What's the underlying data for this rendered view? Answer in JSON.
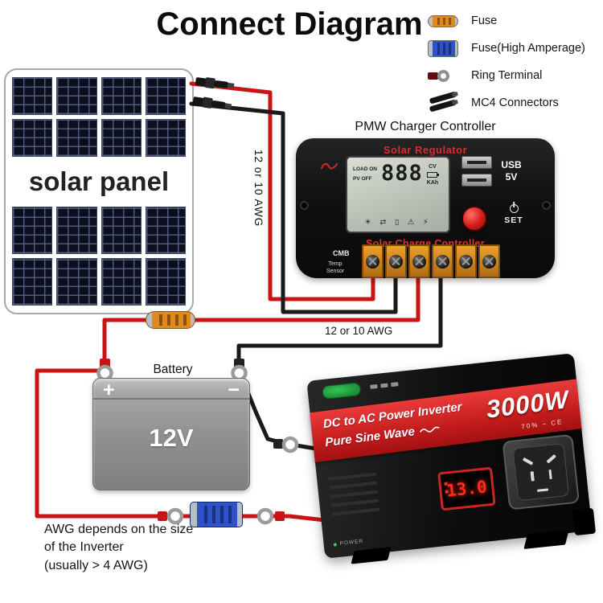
{
  "title": "Connect Diagram",
  "colors": {
    "wire_red": "#c81414",
    "wire_black": "#1a1a1a",
    "fuse_orange": "#e2891e",
    "fuse_blue": "#2f52c8",
    "accent_red": "#e23232",
    "terminal_orange": "#d08020",
    "inverter_band": "#c01818"
  },
  "legend": [
    {
      "icon": "fuse-icon",
      "label": "Fuse"
    },
    {
      "icon": "fuse-high-amperage-icon",
      "label": "Fuse(High Amperage)"
    },
    {
      "icon": "ring-terminal-icon",
      "label": "Ring Terminal"
    },
    {
      "icon": "mc4-connectors-icon",
      "label": "MC4 Connectors"
    }
  ],
  "solar_panel": {
    "label": "solar panel"
  },
  "controller": {
    "heading": "PMW Charger Controller",
    "top_label": "Solar Regulator",
    "lcd": {
      "line1": "LOAD ON",
      "line2": "PV OFF",
      "digits": "888",
      "unit_top": "CV",
      "unit_bottom": "KAh",
      "icons": "☀ ⇄ ▯ ⚠ ⚡"
    },
    "usb_line1": "USB",
    "usb_line2": "5V",
    "set_label": "SET",
    "bottom_label": "Solar Charge Controller",
    "cmb": "CMB",
    "temp_line1": "Temp",
    "temp_line2": "Sensor"
  },
  "wires": {
    "pv_label": "12 or 10 AWG",
    "battery_label": "12 or 10 AWG"
  },
  "battery": {
    "heading": "Battery",
    "voltage": "12V",
    "plus": "+",
    "minus": "−"
  },
  "inverter": {
    "line1": "DC to AC Power Inverter",
    "line2": "Pure Sine Wave",
    "wattage": "3000W",
    "sub": "70% ~ CE",
    "display": "13.0",
    "power_label": "POWER"
  },
  "note": {
    "line1": "AWG depends on the size",
    "line2": "of the Inverter",
    "line3": "(usually  > 4 AWG)"
  }
}
